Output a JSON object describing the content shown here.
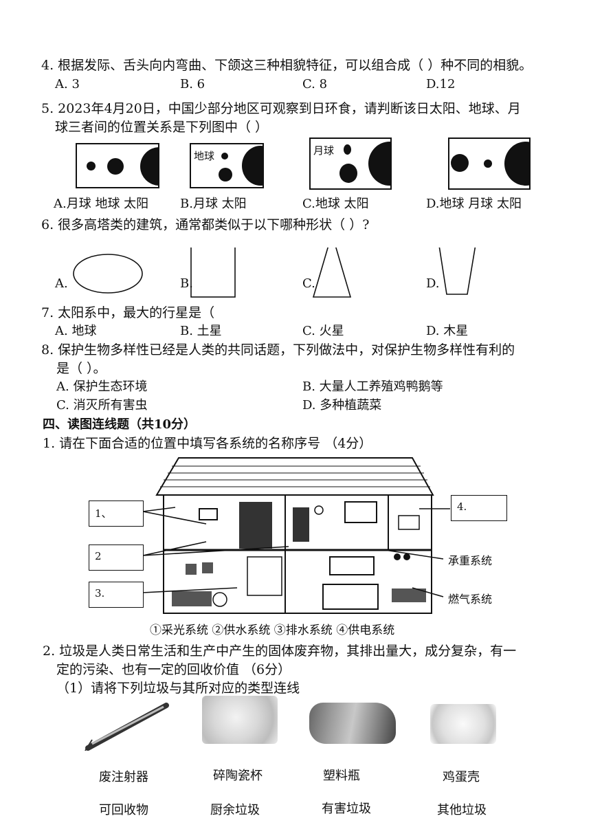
{
  "q4": {
    "text": "4. 根据发际、舌头向内弯曲、下颌这三种相貌特征，可以组合成（    ）种不同的相貌。",
    "options": [
      "A. 3",
      "B. 6",
      "C. 8",
      "D.12"
    ]
  },
  "q5": {
    "line1": "5. 2023年4月20日，中国少部分地区可观察到日环食，请判断该日太阳、地球、月",
    "line2": "球三者间的位置关系是下列图中（    ）",
    "diagram_texts": [
      "地球",
      "月球"
    ],
    "options": [
      "A.月球 地球 太阳",
      "B.月球  太阳",
      "C.地球  太阳",
      "D.地球  月球 太阳"
    ]
  },
  "q6": {
    "text": "6. 很多高塔类的建筑，通常都类似于以下哪种形状（     ）?",
    "options": [
      "A.",
      "B.",
      "C.",
      "D."
    ]
  },
  "q7": {
    "text": "7. 太阳系中，最大的行星是（",
    "options": [
      "A. 地球",
      "B. 土星",
      "C. 火星",
      "D. 木星"
    ]
  },
  "q8": {
    "line1": "8. 保护生物多样性已经是人类的共同话题，下列做法中，对保护生物多样性有利的",
    "line2": "是（      ）。",
    "options": [
      "A. 保护生态环境",
      "B. 大量人工养殖鸡鸭鹅等",
      "C. 消灭所有害虫",
      "D. 多种植蔬菜"
    ]
  },
  "section4": {
    "heading": "四、读图连线题（共10分）",
    "p1_text": "1. 请在下面合适的位置中填写各系统的名称序号 （4分）",
    "boxes": [
      "1、",
      "2",
      "3.",
      "4."
    ],
    "side_labels": [
      "承重系统",
      "燃气系统"
    ],
    "legend": "①采光系统  ②供水系统  ③排水系统  ④供电系统",
    "p2_line1": "2. 垃圾是人类日常生活和生产中产生的固体废弃物，其排出量大，成分复杂，有一",
    "p2_line2": "定的污染、也有一定的回收价值 （6分）",
    "sub1": "（1）请将下列垃圾与其所对应的类型连线",
    "items": [
      "废注射器",
      "碎陶瓷杯",
      "塑料瓶",
      "鸡蛋壳"
    ],
    "types": [
      "可回收物",
      "厨余垃圾",
      "有害垃圾",
      "其他垃圾"
    ]
  }
}
